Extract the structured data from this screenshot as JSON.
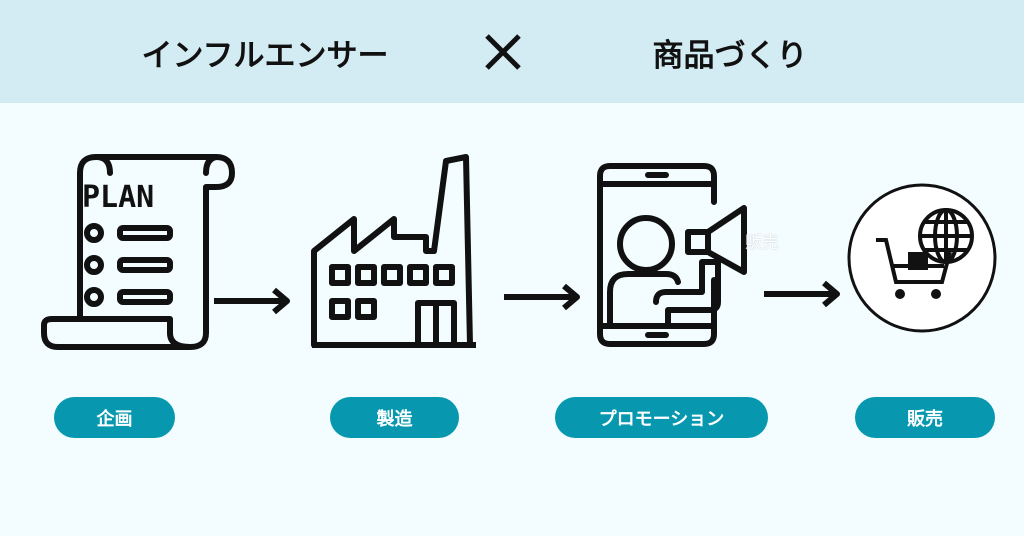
{
  "header": {
    "left_title": "インフルエンサー",
    "separator_icon": "cross-icon",
    "right_title": "商品づくり"
  },
  "steps": [
    {
      "label": "企画",
      "icon": "plan-scroll-icon"
    },
    {
      "label": "製造",
      "icon": "factory-icon"
    },
    {
      "label": "プロモーション",
      "icon": "smartphone-megaphone-icon"
    },
    {
      "label": "販売",
      "icon": "shopping-cart-globe-icon"
    }
  ],
  "plan_icon_text": "PLAN",
  "ghost_text": "販売",
  "colors": {
    "header_bg": "#d3ebf3",
    "page_bg": "#f3fdff",
    "pill": "#0798b0"
  }
}
